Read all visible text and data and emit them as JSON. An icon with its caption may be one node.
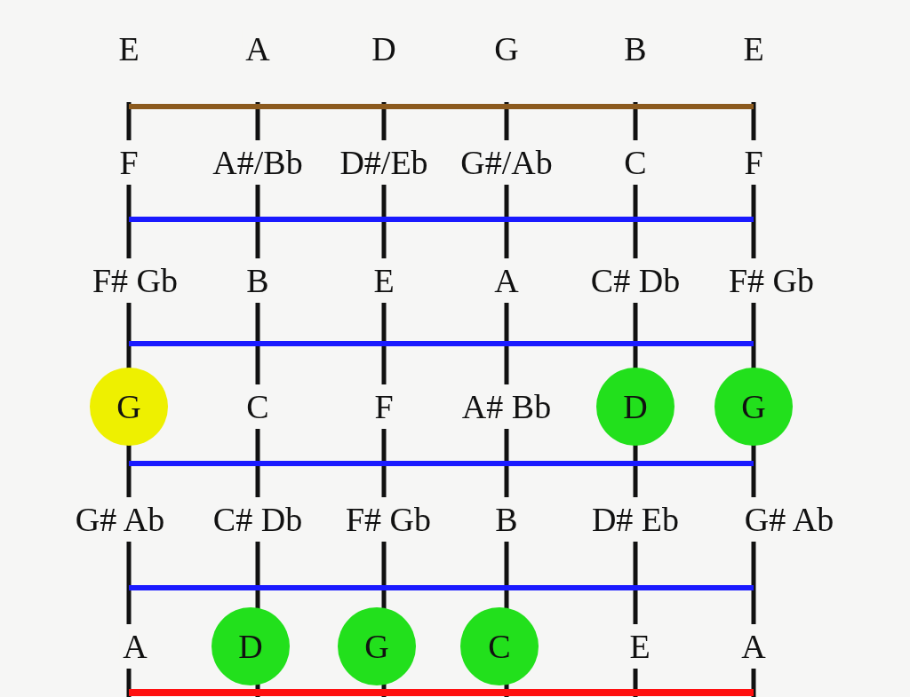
{
  "diagram": {
    "nodes": [
      {
        "text": [
          "G"
        ]
      },
      {
        "text": [
          "D"
        ]
      },
      {
        "text": [
          "G"
        ]
      },
      {
        "text": [
          "D"
        ]
      },
      {
        "text": [
          "G"
        ]
      },
      {
        "text": [
          "C"
        ]
      }
    ],
    "labels": [
      "E",
      "A",
      "D",
      "G",
      "B",
      "E",
      "F",
      "A#/Bb",
      "D#/Eb",
      "G#/Ab",
      "C",
      "F",
      "F# Gb",
      "B",
      "E",
      "A",
      "C# Db",
      "F# Gb",
      "C",
      "F",
      "A# Bb",
      "G# Ab",
      "C# Db",
      "F# Gb",
      "B",
      "D# Eb",
      "G# Ab",
      "A",
      "E",
      "A"
    ]
  }
}
